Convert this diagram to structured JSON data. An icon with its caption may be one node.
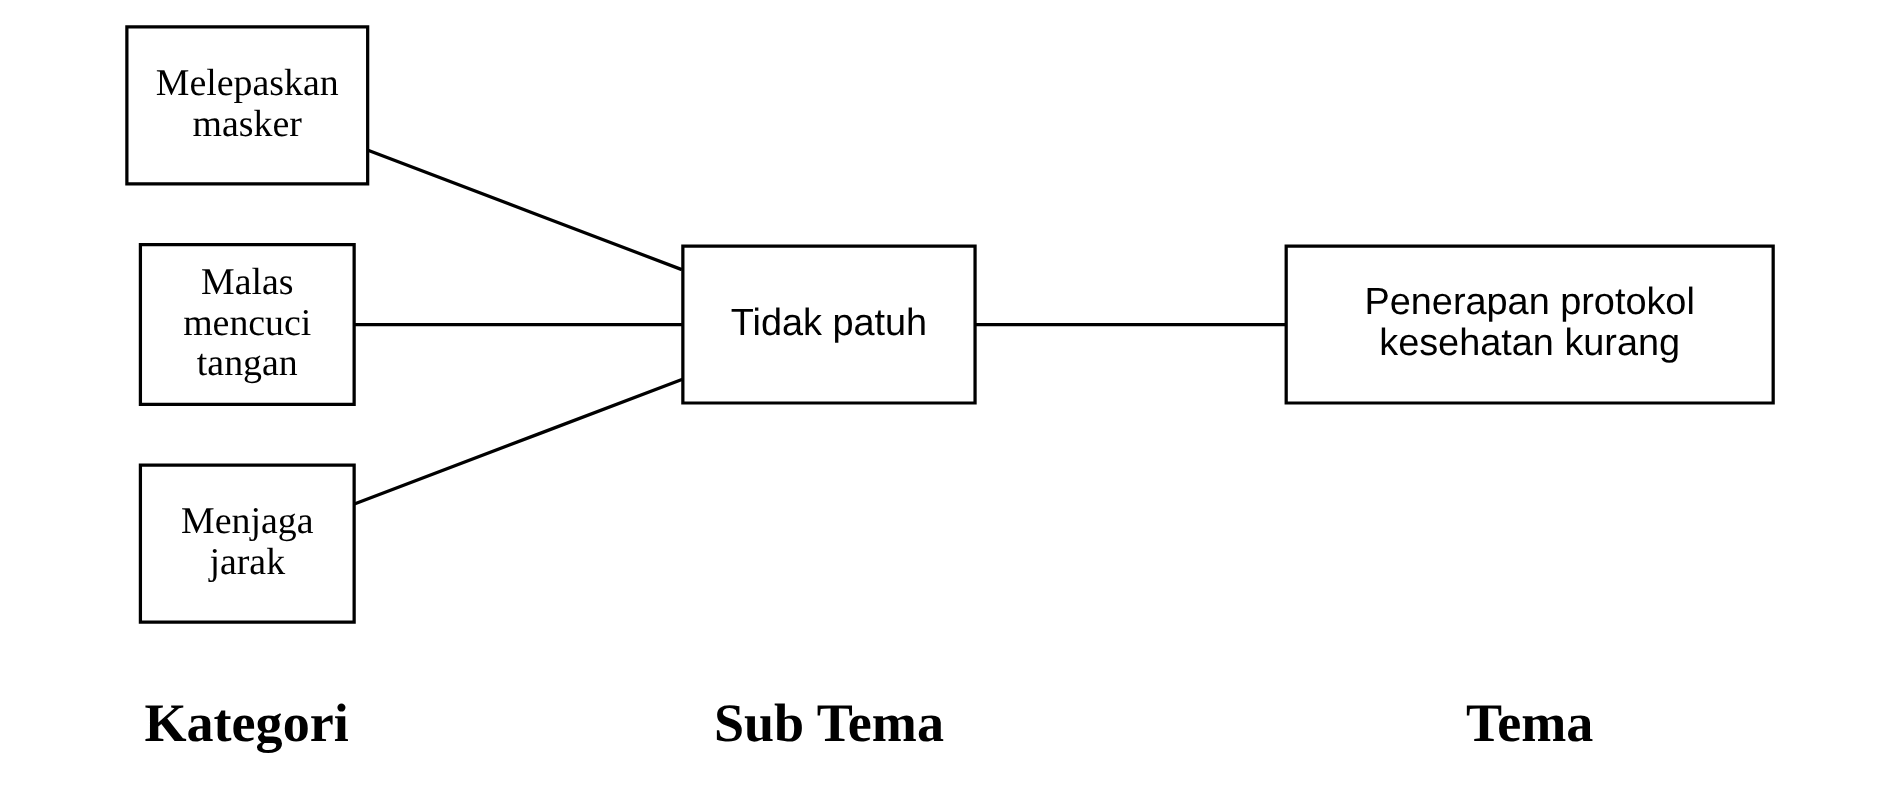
{
  "diagram": {
    "nodes": [
      {
        "text": [
          "Melepaskan masker"
        ]
      },
      {
        "text": [
          "Malas mencuci tangan"
        ]
      },
      {
        "text": [
          "Menjaga jarak"
        ]
      },
      {
        "text": [
          "Tidak patuh"
        ]
      },
      {
        "text": [
          "Penerapan protokol kesehatan kurang"
        ]
      }
    ],
    "edges": [
      {
        "from": 0,
        "to": 3,
        "arrow": "none"
      },
      {
        "from": 1,
        "to": 3,
        "arrow": "none"
      },
      {
        "from": 2,
        "to": 3,
        "arrow": "none"
      },
      {
        "from": 3,
        "to": 4,
        "arrow": "none"
      }
    ],
    "labels": [
      "Kategori",
      "Sub Tema",
      "Tema"
    ]
  }
}
